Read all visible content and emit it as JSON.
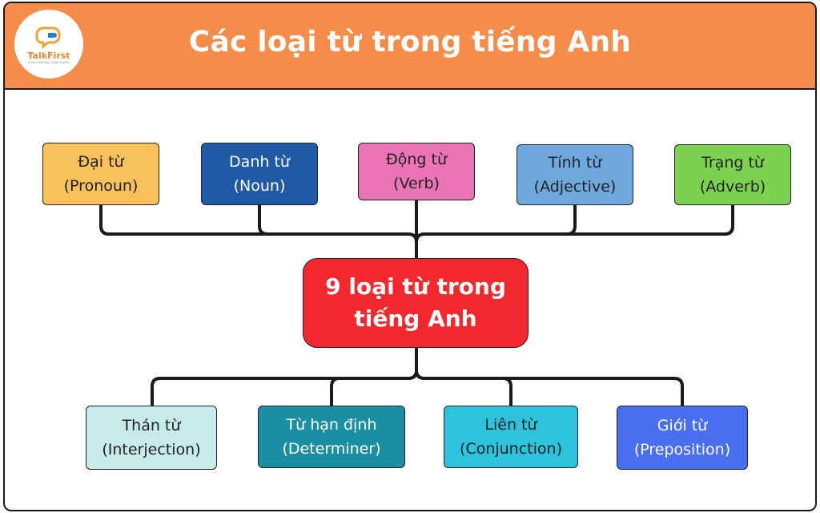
{
  "header": {
    "title": "Các loại từ trong tiếng Anh",
    "logo_name": "TalkFirst",
    "logo_tagline": "Enjoy Learning, Enjoy English",
    "color": "#f58c4a"
  },
  "center": {
    "line1": "9 loại từ trong",
    "line2": "tiếng Anh",
    "color": "#f3282e"
  },
  "top_nodes": [
    {
      "name": "Đại từ",
      "english": "(Pronoun)",
      "color": "#f9c15c",
      "text_color": "#222222"
    },
    {
      "name": "Danh từ",
      "english": "(Noun)",
      "color": "#1f5aa6",
      "text_color": "#ffffff"
    },
    {
      "name": "Động từ",
      "english": "(Verb)",
      "color": "#ea74b4",
      "text_color": "#222222"
    },
    {
      "name": "Tính từ",
      "english": "(Adjective)",
      "color": "#6fa8dc",
      "text_color": "#222222"
    },
    {
      "name": "Trạng từ",
      "english": "(Adverb)",
      "color": "#7bd150",
      "text_color": "#222222"
    }
  ],
  "bottom_nodes": [
    {
      "name": "Thán từ",
      "english": "(Interjection)",
      "color": "#c7eaea",
      "text_color": "#222222"
    },
    {
      "name": "Từ hạn định",
      "english": "(Determiner)",
      "color": "#1a8fa3",
      "text_color": "#ffffff"
    },
    {
      "name": "Liên từ",
      "english": "(Conjunction)",
      "color": "#2ec3dc",
      "text_color": "#222222"
    },
    {
      "name": "Giới từ",
      "english": "(Preposition)",
      "color": "#4a6ef0",
      "text_color": "#ffffff"
    }
  ]
}
